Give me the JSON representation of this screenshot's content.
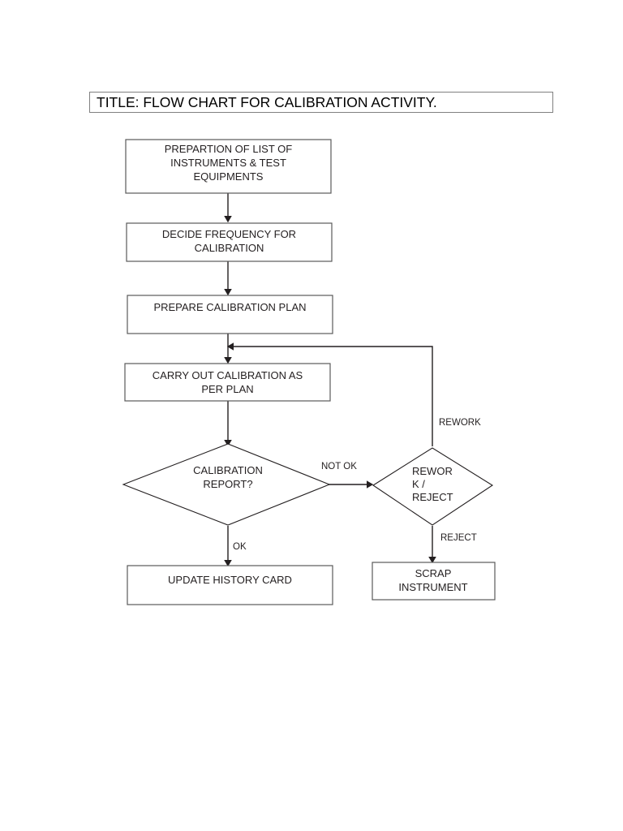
{
  "document": {
    "title_bar_label": "TITLE: FLOW CHART FOR CALIBRATION ACTIVITY.",
    "page_background": "#ffffff",
    "line_color": "#231f20",
    "box_border_color": "#595959"
  },
  "chart_data": {
    "type": "diagram",
    "title": "TITLE: FLOW CHART FOR CALIBRATION ACTIVITY.",
    "nodes": [
      {
        "id": "n1",
        "shape": "process",
        "lines": [
          "PREPARTION OF LIST OF",
          "INSTRUMENTS & TEST",
          "EQUIPMENTS"
        ],
        "align": "center"
      },
      {
        "id": "n2",
        "shape": "process",
        "lines": [
          "DECIDE FREQUENCY FOR",
          "CALIBRATION"
        ],
        "align": "center"
      },
      {
        "id": "n3",
        "shape": "process",
        "lines": [
          "PREPARE CALIBRATION PLAN"
        ],
        "align": "center"
      },
      {
        "id": "n4",
        "shape": "process",
        "lines": [
          "CARRY OUT CALIBRATION AS",
          "PER PLAN"
        ],
        "align": "center"
      },
      {
        "id": "n5",
        "shape": "decision",
        "lines": [
          "CALIBRATION",
          "REPORT?"
        ],
        "align": "center"
      },
      {
        "id": "n6",
        "shape": "decision",
        "lines": [
          "REWOR",
          "K /",
          "REJECT"
        ],
        "align": "left"
      },
      {
        "id": "n7",
        "shape": "process",
        "lines": [
          "UPDATE HISTORY CARD"
        ],
        "align": "center"
      },
      {
        "id": "n8",
        "shape": "process",
        "lines": [
          "SCRAP",
          "INSTRUMENT"
        ],
        "align": "center"
      }
    ],
    "edges": [
      {
        "id": "e1",
        "from": "n1",
        "to": "n2",
        "label": ""
      },
      {
        "id": "e2",
        "from": "n2",
        "to": "n3",
        "label": ""
      },
      {
        "id": "e3",
        "from": "n3",
        "to": "n4",
        "label": ""
      },
      {
        "id": "e4",
        "from": "n4",
        "to": "n5",
        "label": ""
      },
      {
        "id": "e5",
        "from": "n5",
        "to": "n6",
        "label": "NOT OK"
      },
      {
        "id": "e6",
        "from": "n5",
        "to": "n7",
        "label": "OK"
      },
      {
        "id": "e7",
        "from": "n6",
        "to": "n8",
        "label": "REJECT"
      },
      {
        "id": "e8",
        "from": "n6",
        "to": "n4",
        "label": "REWORK"
      }
    ],
    "edge_labels": {
      "not_ok": "NOT OK",
      "ok": "OK",
      "reject": "REJECT",
      "rework": "REWORK"
    }
  }
}
